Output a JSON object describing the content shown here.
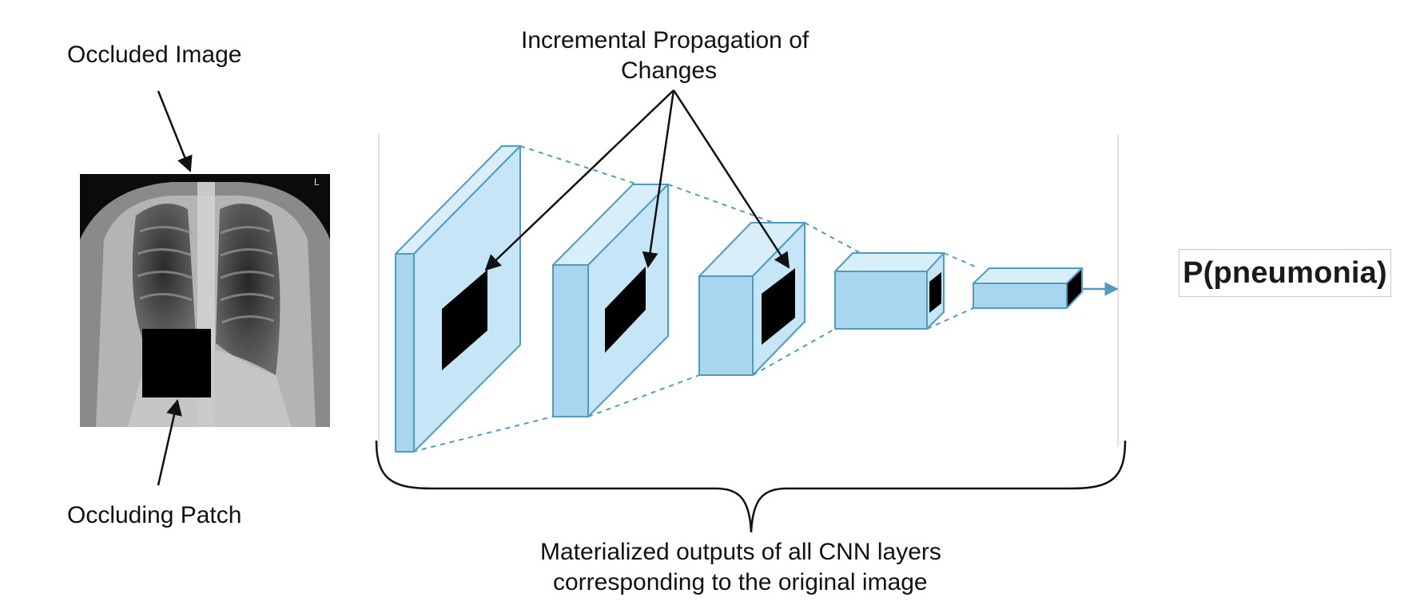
{
  "labels": {
    "occluded_image": "Occluded Image",
    "occluding_patch": "Occluding Patch",
    "propagation_line1": "Incremental Propagation of",
    "propagation_line2": "Changes",
    "materialized_line1": "Materialized outputs of all CNN layers",
    "materialized_line2": "corresponding to the original image",
    "output": "P(pneumonia)",
    "xray_marker": "L"
  },
  "colors": {
    "layer_fill": "#c6e6f7",
    "layer_side": "#a9d6ee",
    "layer_top": "#d8effa",
    "layer_edge": "#4f9cc2",
    "patch": "#000000",
    "arrow": "#111111"
  }
}
